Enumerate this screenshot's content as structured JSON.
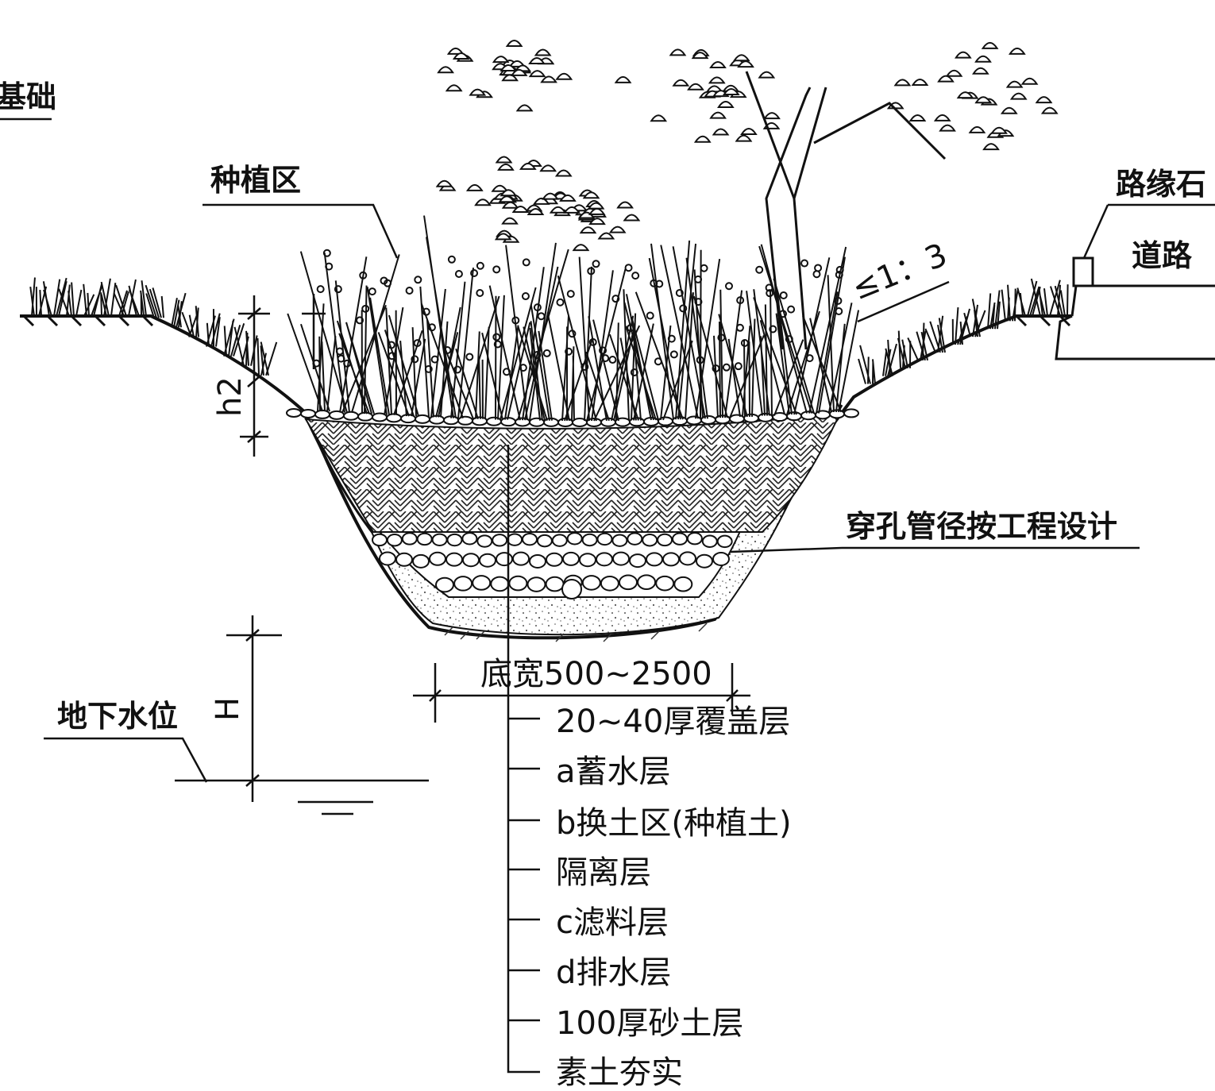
{
  "labels": {
    "top_left_fragment": "基础",
    "planting_zone": "种植区",
    "curb_stone": "路缘石",
    "road": "道路",
    "slope": "≤1：3",
    "pipe_note": "穿孔管径按工程设计",
    "h2": "h2",
    "H": "H",
    "groundwater": "地下水位",
    "bottom_width": "底宽500~2500"
  },
  "layers": [
    "20~40厚覆盖层",
    "a蓄水层",
    "b换土区(种植土)",
    "隔离层",
    "c滤料层",
    "d排水层",
    "100厚砂土层",
    "素土夯实"
  ]
}
